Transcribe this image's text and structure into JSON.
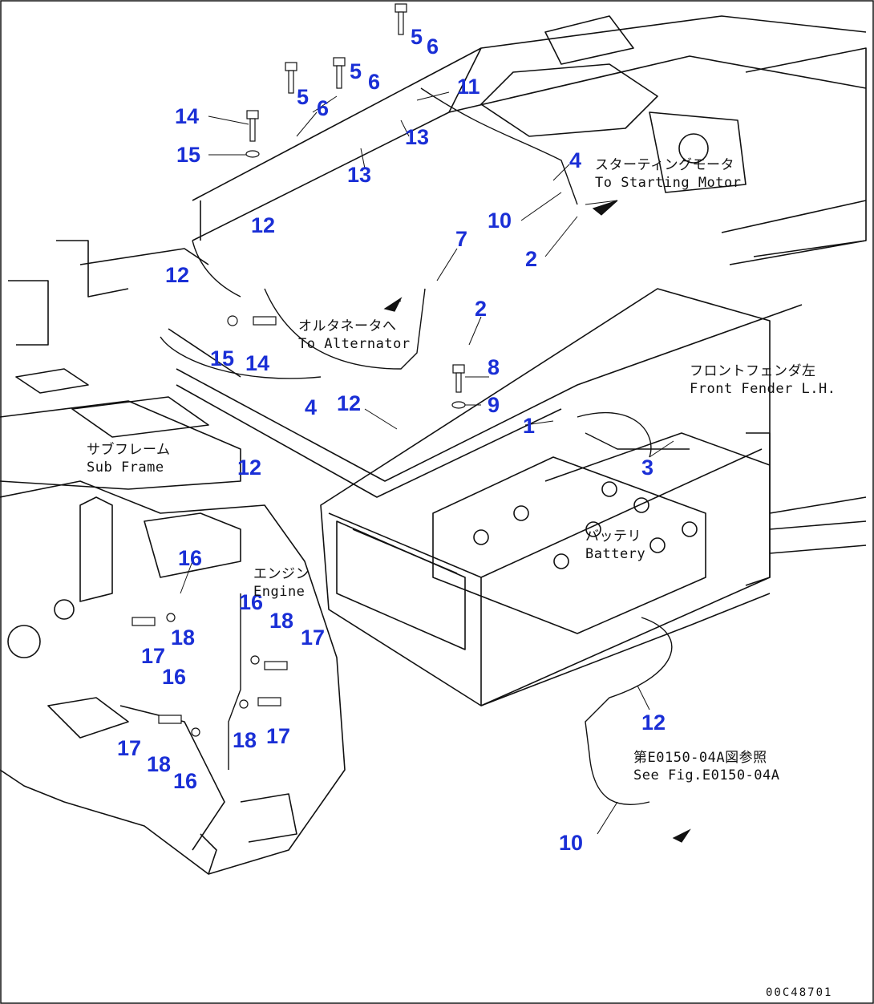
{
  "diagram": {
    "callout_color": "#1a2fd6",
    "line_color": "#111111",
    "callouts": [
      "14",
      "15",
      "5",
      "6",
      "5",
      "6",
      "5",
      "6",
      "11",
      "13",
      "13",
      "4",
      "10",
      "2",
      "12",
      "7",
      "12",
      "15",
      "14",
      "2",
      "8",
      "9",
      "4",
      "12",
      "1",
      "3",
      "12",
      "16",
      "16",
      "18",
      "17",
      "17",
      "18",
      "16",
      "17",
      "18",
      "17",
      "16",
      "12",
      "10"
    ],
    "notes": {
      "starting_motor": {
        "jp": "スターティングモータ",
        "en": "To Starting Motor"
      },
      "alternator": {
        "jp": "オルタネータへ",
        "en": "To Alternator"
      },
      "front_fender": {
        "jp": "フロントフェンダ左",
        "en": "Front Fender L.H."
      },
      "sub_frame": {
        "jp": "サブフレーム",
        "en": "Sub Frame"
      },
      "battery": {
        "jp": "バッテリ",
        "en": "Battery"
      },
      "engine": {
        "jp": "エンジン",
        "en": "Engine"
      },
      "see_fig": {
        "jp": "第E0150-04A図参照",
        "en": "See Fig.E0150-04A"
      }
    },
    "drawing_code": "00C48701"
  }
}
